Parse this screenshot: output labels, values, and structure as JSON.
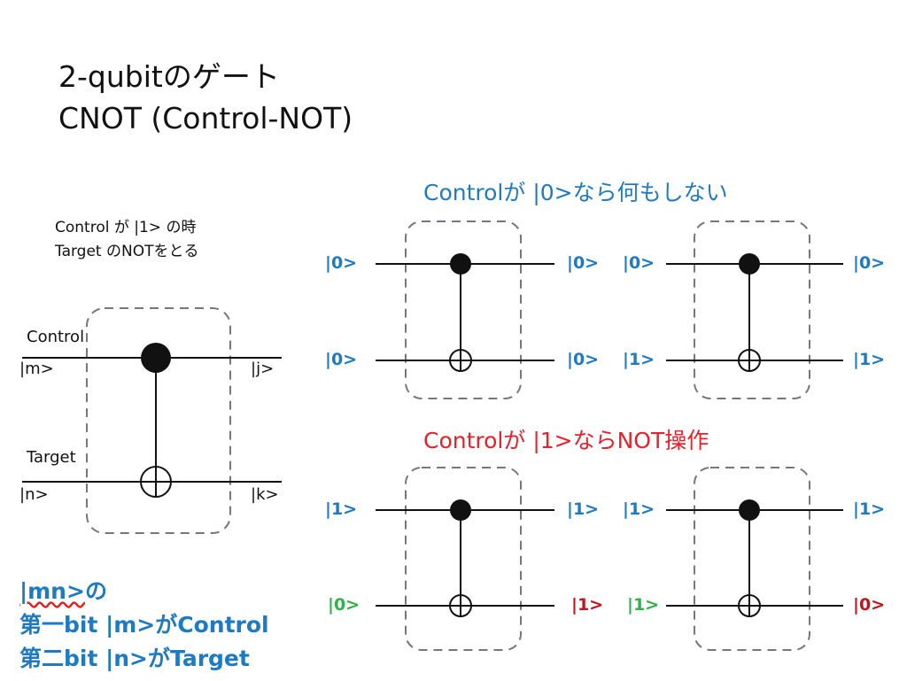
{
  "title": {
    "line1": "2-qubitのゲート",
    "line2": "CNOT (Control-NOT)"
  },
  "note": {
    "line1": "Control が |1> の時",
    "line2": "Target のNOTをとる"
  },
  "main_gate": {
    "control_label": "Control",
    "control_in": "|m>",
    "control_out": "|j>",
    "target_label": "Target",
    "target_in": "|n>",
    "target_out": "|k>"
  },
  "case0": {
    "heading": "Controlが |0>なら何もしない",
    "heading_color": "#1f7bc1",
    "left": {
      "control_in": "|0>",
      "control_out": "|0>",
      "target_in": "|0>",
      "target_out": "|0>"
    },
    "right": {
      "control_in": "|0>",
      "control_out": "|0>",
      "target_in": "|1>",
      "target_out": "|1>"
    }
  },
  "case1": {
    "heading": "Controlが |1>ならNOT操作",
    "heading_color": "#e8202a",
    "left": {
      "control_in": "|1>",
      "control_out": "|1>",
      "target_in": "|0>",
      "target_out": "|1>"
    },
    "right": {
      "control_in": "|1>",
      "control_out": "|1>",
      "target_in": "|1>",
      "target_out": "|0>"
    }
  },
  "explanation": {
    "word": "|mn>",
    "suffix": "の",
    "line2": "第一bit |m>がControl",
    "line3": "第二bit |n>がTarget"
  },
  "colors": {
    "blue": "#1f7bc1",
    "red": "#e8202a",
    "dark_red": "#c0161f",
    "green": "#2db34a",
    "dash": "#777777",
    "line": "#111111"
  }
}
